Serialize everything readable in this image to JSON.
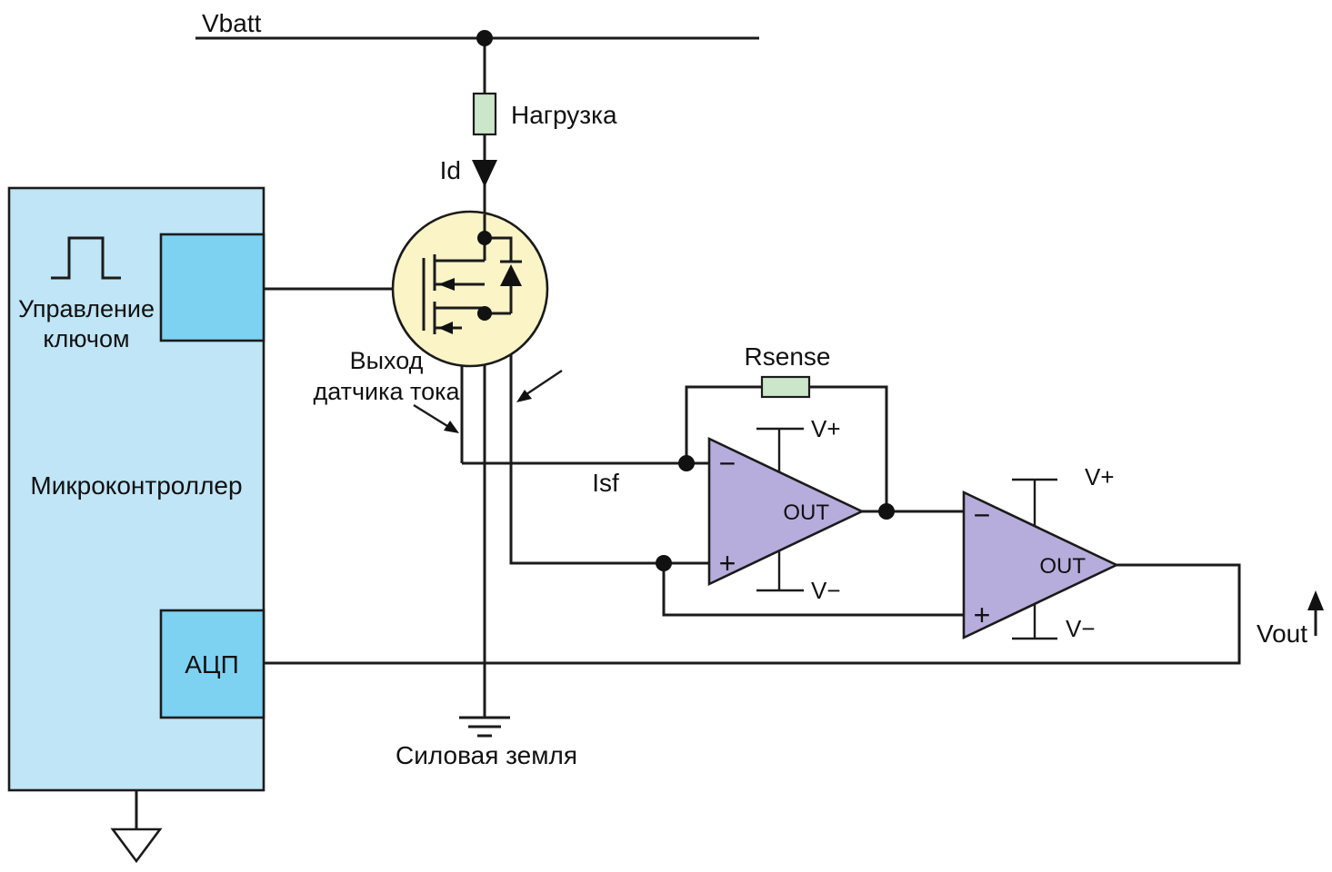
{
  "diagram": {
    "type": "circuit-schematic",
    "power": {
      "vbatt_label": "Vbatt",
      "load_label": "Нагрузка",
      "drain_current_label": "Id",
      "power_ground_label": "Силовая земля"
    },
    "mcu": {
      "title": "Микроконтроллер",
      "switch_control_line1": "Управление",
      "switch_control_line2": "ключом",
      "adc_label": "АЦП"
    },
    "sense": {
      "annotation_line1": "Выход",
      "annotation_line2": "датчика тока",
      "sense_current_label": "Isf",
      "rsense_label": "Rsense"
    },
    "opamp1": {
      "minus": "−",
      "plus": "+",
      "out": "OUT",
      "vplus": "V+",
      "vminus": "V−"
    },
    "opamp2": {
      "minus": "−",
      "plus": "+",
      "out": "OUT",
      "vplus": "V+",
      "vminus": "V−"
    },
    "output": {
      "vout_label": "Vout"
    },
    "colors": {
      "mcu_fill": "#bfe5f6",
      "port_fill": "#7dd2f2",
      "mosfet_fill": "#faf4c7",
      "resistor_fill": "#cce6c9",
      "opamp_fill": "#b6addc",
      "wire": "#1b1b1b",
      "text": "#111111"
    }
  }
}
